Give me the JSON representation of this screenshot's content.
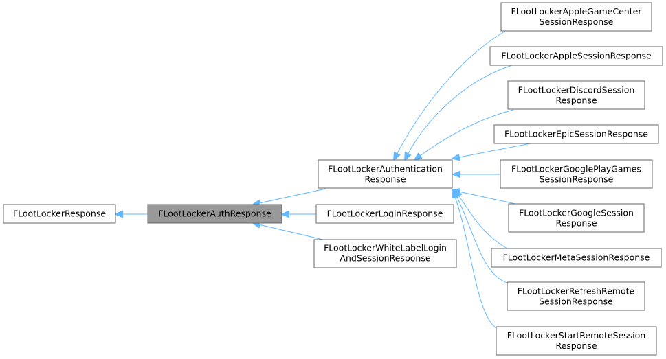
{
  "diagram": {
    "nodes": {
      "response": [
        "FLootLockerResponse"
      ],
      "auth": [
        "FLootLockerAuthResponse"
      ],
      "authentication": [
        "FLootLockerAuthentication",
        "Response"
      ],
      "login": [
        "FLootLockerLoginResponse"
      ],
      "whitelabel": [
        "FLootLockerWhiteLabelLogin",
        "AndSessionResponse"
      ],
      "apple_gc": [
        "FLootLockerAppleGameCenter",
        "SessionResponse"
      ],
      "apple": [
        "FLootLockerAppleSessionResponse"
      ],
      "discord": [
        "FLootLockerDiscordSession",
        "Response"
      ],
      "epic": [
        "FLootLockerEpicSessionResponse"
      ],
      "googleplay": [
        "FLootLockerGooglePlayGames",
        "SessionResponse"
      ],
      "google": [
        "FLootLockerGoogleSession",
        "Response"
      ],
      "meta": [
        "FLootLockerMetaSessionResponse"
      ],
      "refresh": [
        "FLootLockerRefreshRemote",
        "SessionResponse"
      ],
      "startremote": [
        "FLootLockerStartRemoteSession",
        "Response"
      ]
    }
  },
  "colors": {
    "edge": "#63b8ff",
    "node_border": "#666666",
    "current_fill": "#999999"
  }
}
